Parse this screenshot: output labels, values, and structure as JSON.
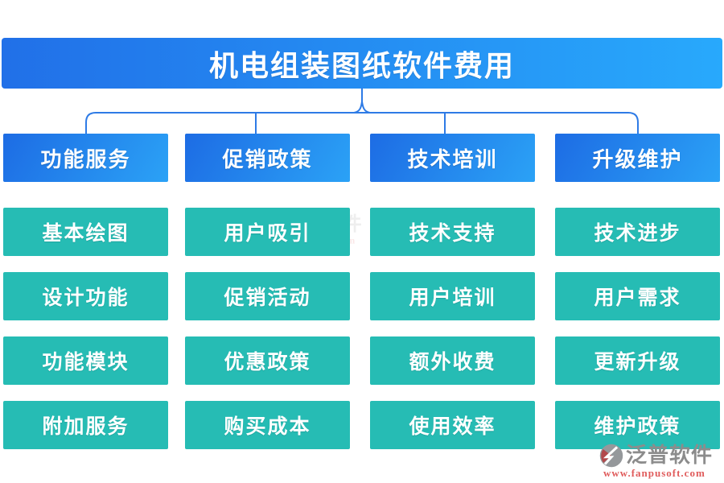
{
  "title": "机电组装图纸软件费用",
  "columns": [
    {
      "header": "功能服务",
      "items": [
        "基本绘图",
        "设计功能",
        "功能模块",
        "附加服务"
      ]
    },
    {
      "header": "促销政策",
      "items": [
        "用户吸引",
        "促销活动",
        "优惠政策",
        "购买成本"
      ]
    },
    {
      "header": "技术培训",
      "items": [
        "技术支持",
        "用户培训",
        "额外收费",
        "使用效率"
      ]
    },
    {
      "header": "升级维护",
      "items": [
        "技术进步",
        "用户需求",
        "更新升级",
        "维护政策"
      ]
    }
  ],
  "watermark": {
    "brand": "泛普软件",
    "url": "www.fanpusoft.com"
  },
  "colors": {
    "banner_gradient_start": "#2170e8",
    "banner_gradient_end": "#28a9fc",
    "header_gradient_start": "#1d6ce4",
    "header_gradient_end": "#2ba2f6",
    "node_teal": "#26bcb4",
    "connector_blue": "#2e7be6",
    "watermark_gray": "#8c8c8c",
    "watermark_red": "#e05c5c"
  }
}
